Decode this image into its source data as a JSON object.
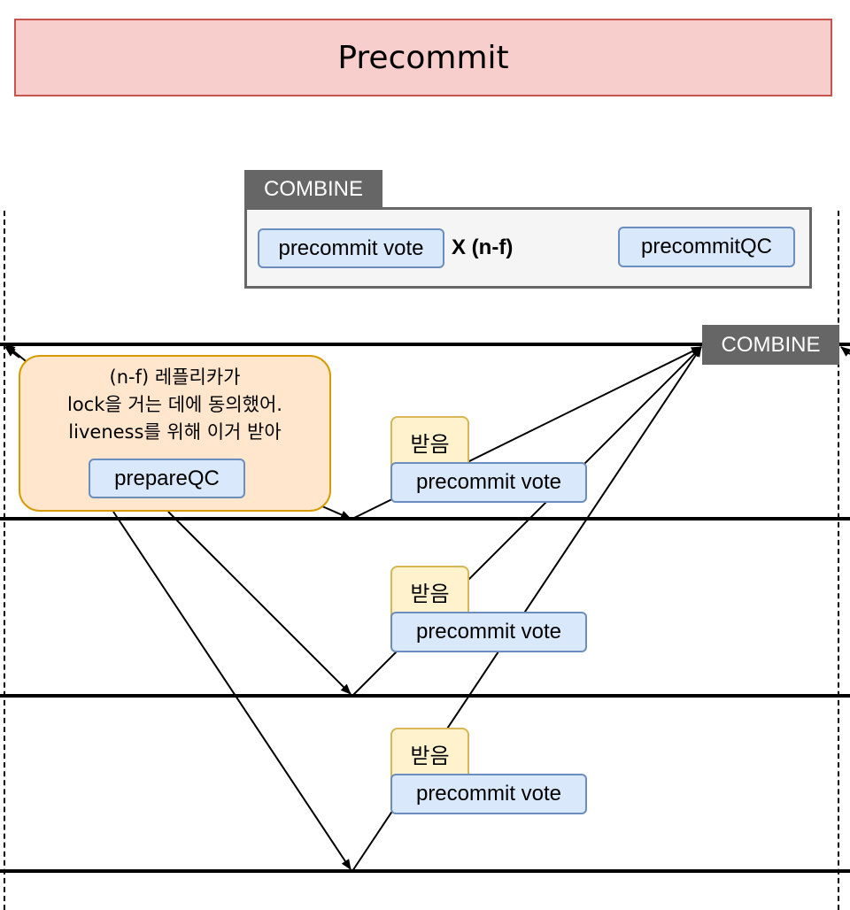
{
  "title": "Precommit",
  "combine_panel": {
    "tag": "COMBINE",
    "input_label": "precommit vote",
    "multiplier": "X (n-f)",
    "output_label": "precommitQC"
  },
  "combine_tag": "COMBINE",
  "note": {
    "lines": [
      "(n-f) 레플리카가",
      "lock을 거는 데에 동의했어.",
      "liveness를 위해 이거 받아"
    ],
    "qc_label": "prepareQC"
  },
  "replicas": [
    {
      "received_label": "받음",
      "vote_label": "precommit vote"
    },
    {
      "received_label": "받음",
      "vote_label": "precommit vote"
    },
    {
      "received_label": "받음",
      "vote_label": "precommit vote"
    }
  ],
  "colors": {
    "title_fill": "#f8cecc",
    "title_border": "#c9544f",
    "vote_fill": "#dae8fc",
    "vote_border": "#6c8ebf",
    "received_fill": "#fff2cc",
    "received_border": "#d6b656",
    "note_fill": "#ffe6cc",
    "note_border": "#d79b00",
    "combine_tag_fill": "#666666"
  }
}
